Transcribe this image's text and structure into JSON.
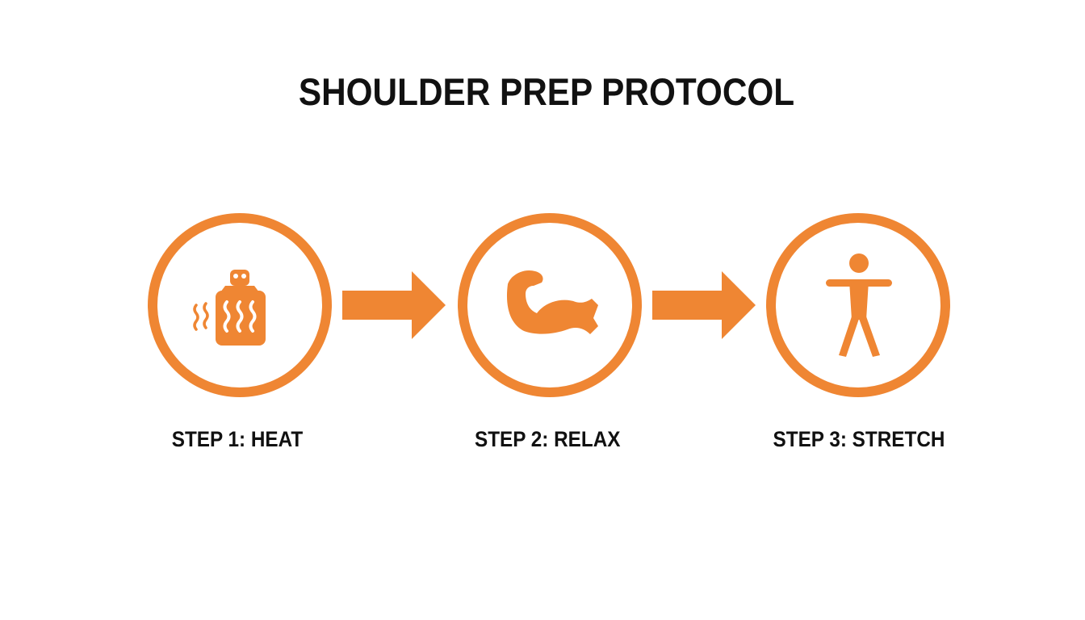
{
  "title": "SHOULDER PREP PROTOCOL",
  "accent_color": "#EF8633",
  "steps": [
    {
      "label": "STEP 1: HEAT",
      "icon": "hot-water-bottle-icon"
    },
    {
      "label": "STEP 2: RELAX",
      "icon": "flexed-arm-icon"
    },
    {
      "label": "STEP 3: STRETCH",
      "icon": "stretching-person-icon"
    }
  ],
  "connectors": [
    "arrow-right-icon",
    "arrow-right-icon"
  ]
}
